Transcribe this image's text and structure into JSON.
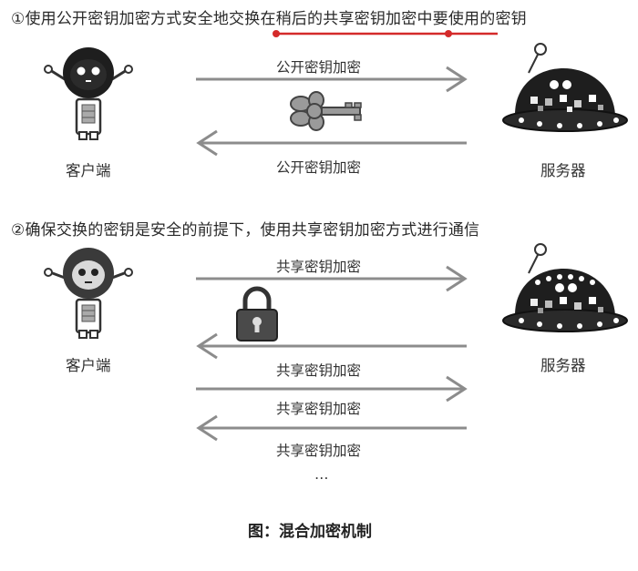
{
  "section1": {
    "heading": "①使用公开密钥加密方式安全地交换在稍后的共享密钥加密中要使用的密钥",
    "client_label": "客户端",
    "server_label": "服务器",
    "arrow_top_label": "公开密钥加密",
    "arrow_bottom_label": "公开密钥加密",
    "icon": "key-icon"
  },
  "section2": {
    "heading": "②确保交换的密钥是安全的前提下，使用共享密钥加密方式进行通信",
    "client_label": "客户端",
    "server_label": "服务器",
    "arrow_labels": [
      "共享密钥加密",
      "共享密钥加密",
      "共享密钥加密",
      "共享密钥加密"
    ],
    "continuation": "…",
    "icon": "padlock-icon"
  },
  "caption": "图：混合加密机制",
  "colors": {
    "highlight_underline": "#d42a2a",
    "arrow": "#8c8c8c",
    "robot_dark": "#1e1e1e",
    "key_gray": "#9a9a9a"
  }
}
